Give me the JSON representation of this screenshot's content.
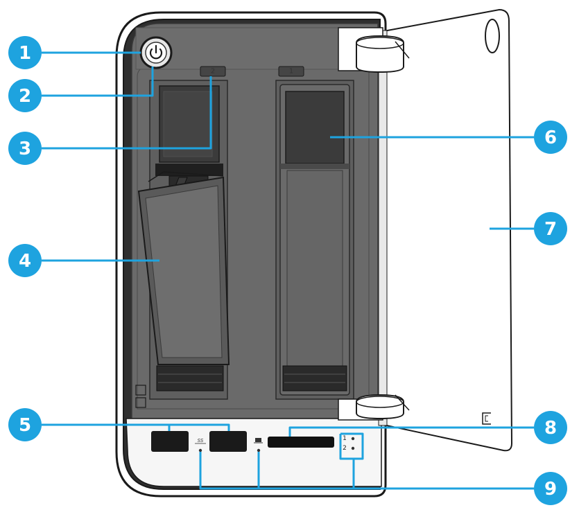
{
  "callout_color": "#1ea3df",
  "callouts": [
    {
      "number": "1",
      "label": "power-button"
    },
    {
      "number": "2",
      "label": "power-led"
    },
    {
      "number": "3",
      "label": "drive-2-led"
    },
    {
      "number": "4",
      "label": "drive-tray-handle"
    },
    {
      "number": "5",
      "label": "usb-ports"
    },
    {
      "number": "6",
      "label": "drive-1-tray"
    },
    {
      "number": "7",
      "label": "front-door"
    },
    {
      "number": "8",
      "label": "sd-card-slot"
    },
    {
      "number": "9",
      "label": "indicator-leds"
    }
  ],
  "bays": {
    "bay_left_label": "2",
    "bay_right_label": "1"
  },
  "front_panel": {
    "usb_logo_text": "SS",
    "led_1_label": "1",
    "led_2_label": "2"
  },
  "icons": {
    "power": "power-icon",
    "card_reader": "card-reader-icon",
    "usb": "usb-logo-icon"
  }
}
